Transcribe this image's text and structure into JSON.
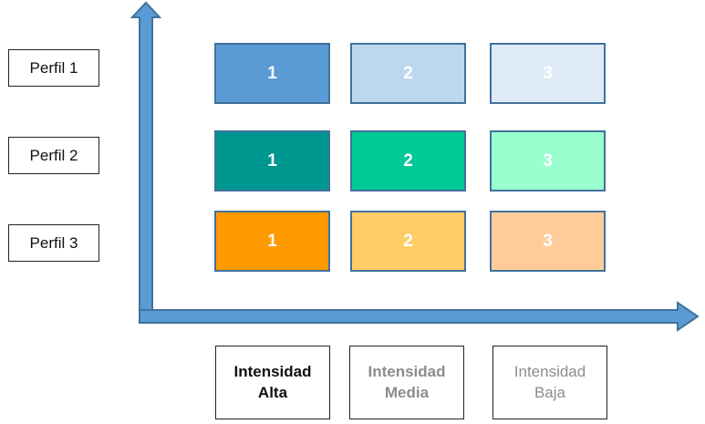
{
  "profiles": [
    {
      "label": "Perfil 1"
    },
    {
      "label": "Perfil 2"
    },
    {
      "label": "Perfil 3"
    }
  ],
  "grid": {
    "rows": [
      {
        "cells": [
          {
            "label": "1",
            "color": "#5b9bd5"
          },
          {
            "label": "2",
            "color": "#bdd7ee"
          },
          {
            "label": "3",
            "color": "#deebf7"
          }
        ]
      },
      {
        "cells": [
          {
            "label": "1",
            "color": "#009690"
          },
          {
            "label": "2",
            "color": "#00c896"
          },
          {
            "label": "3",
            "color": "#99ffcc"
          }
        ]
      },
      {
        "cells": [
          {
            "label": "1",
            "color": "#ff9900"
          },
          {
            "label": "2",
            "color": "#ffcc66"
          },
          {
            "label": "3",
            "color": "#ffcc99"
          }
        ]
      }
    ]
  },
  "intensity": [
    {
      "line1": "Intensidad",
      "line2": "Alta"
    },
    {
      "line1": "Intensidad",
      "line2": "Media"
    },
    {
      "line1": "Intensidad",
      "line2": "Baja"
    }
  ],
  "axis": {
    "fill_color": "#5b9bd5",
    "stroke_color": "#41719c"
  }
}
